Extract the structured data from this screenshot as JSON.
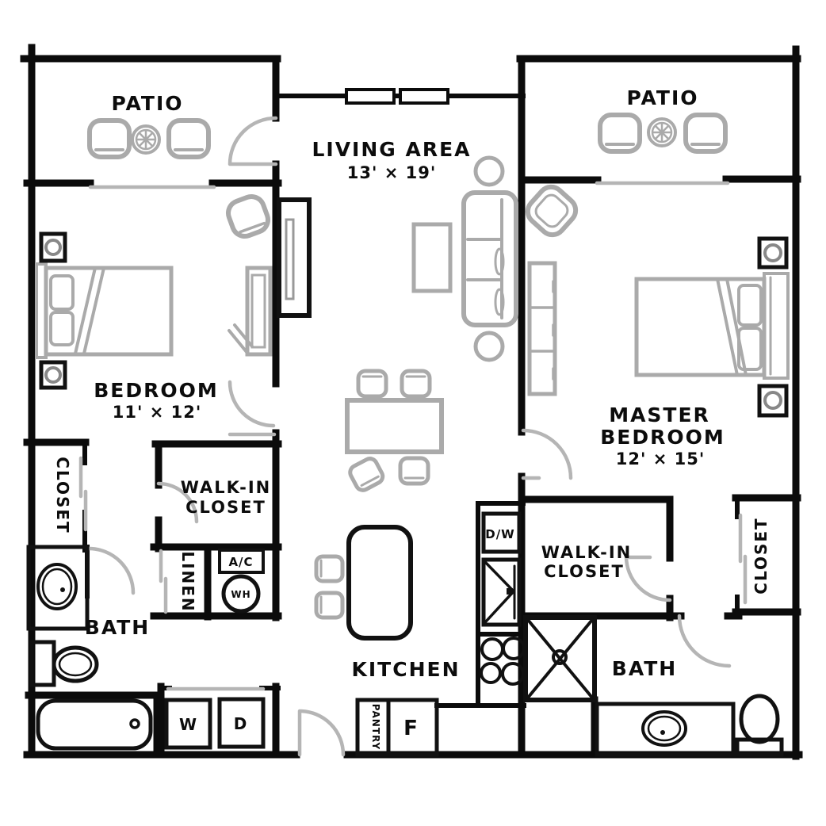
{
  "document": {
    "type": "apartment floor plan",
    "style": "hand-drawn black and gray line drawing"
  },
  "colors": {
    "wall": "#0b0b0b",
    "furniture": "#aaaaaa",
    "door_swing": "#b5b5b5",
    "background": "#ffffff"
  },
  "rooms": {
    "patio_left": {
      "label": "PATIO"
    },
    "patio_right": {
      "label": "PATIO"
    },
    "living_area": {
      "label": "LIVING AREA",
      "dimensions": "13' × 19'"
    },
    "bedroom": {
      "label": "BEDROOM",
      "dimensions": "11' × 12'"
    },
    "master_bedroom": {
      "line1": "MASTER",
      "line2": "BEDROOM",
      "dimensions": "12' × 15'"
    },
    "walk_in_closet_left": {
      "line1": "WALK-IN",
      "line2": "CLOSET"
    },
    "walk_in_closet_right": {
      "line1": "WALK-IN",
      "line2": "CLOSET"
    },
    "closet_left": {
      "label": "CLOSET"
    },
    "closet_right": {
      "label": "CLOSET"
    },
    "bath_left": {
      "label": "BATH"
    },
    "bath_right": {
      "label": "BATH"
    },
    "kitchen": {
      "label": "KITCHEN"
    },
    "linen": {
      "label": "LINEN"
    },
    "pantry": {
      "label": "PANTRY"
    }
  },
  "appliances": {
    "dishwasher": {
      "label": "D/W"
    },
    "refrigerator": {
      "label": "F"
    },
    "washer": {
      "label": "W"
    },
    "dryer": {
      "label": "D"
    },
    "air_conditioner": {
      "label": "A/C"
    },
    "water_heater": {
      "label": "WH"
    }
  }
}
